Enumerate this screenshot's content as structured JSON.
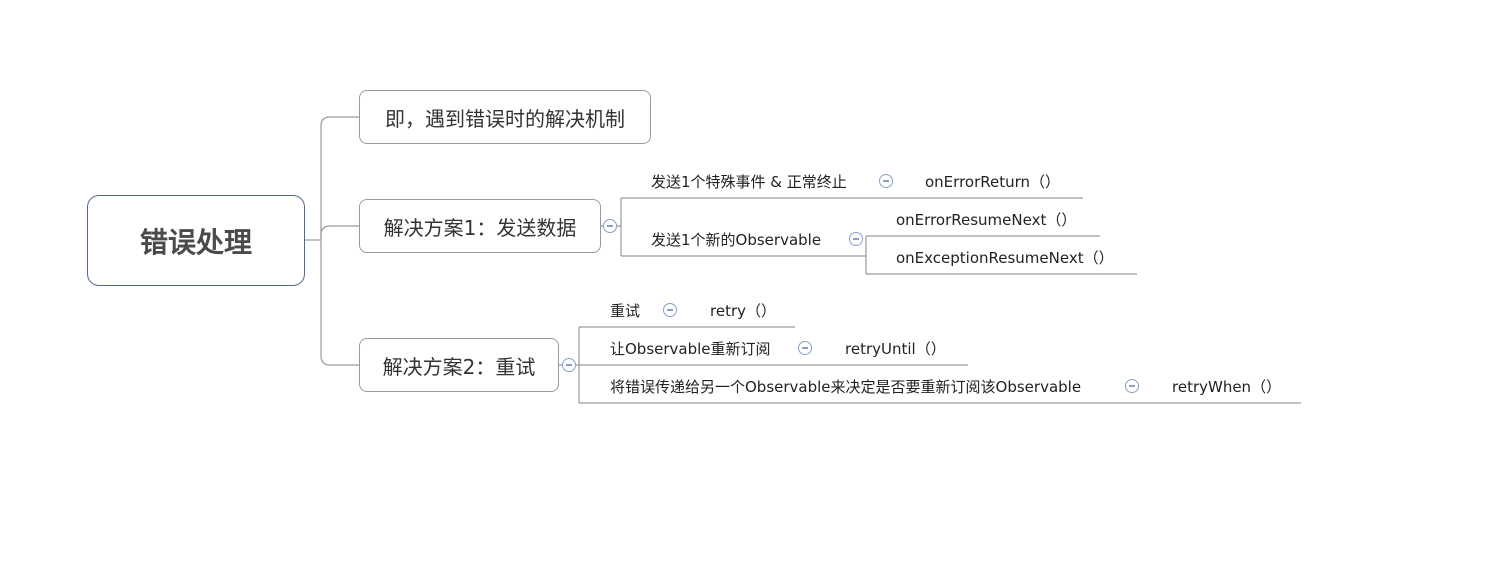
{
  "root": {
    "label": "错误处理"
  },
  "branches": [
    {
      "label": "即，遇到错误时的解决机制"
    },
    {
      "label": "解决方案1：发送数据",
      "children": [
        {
          "label": "发送1个特殊事件 & 正常终止",
          "methods": [
            "onErrorReturn（）"
          ]
        },
        {
          "label": "发送1个新的Observable",
          "methods": [
            "onErrorResumeNext（）",
            "onExceptionResumeNext（）"
          ]
        }
      ]
    },
    {
      "label": "解决方案2：重试",
      "children": [
        {
          "label": "重试",
          "methods": [
            "retry（）"
          ]
        },
        {
          "label": "让Observable重新订阅",
          "methods": [
            "retryUntil（）"
          ]
        },
        {
          "label": "将错误传递给另一个Observable来决定是否要重新订阅该Observable",
          "methods": [
            "retryWhen（）"
          ]
        }
      ]
    }
  ],
  "colors": {
    "root_border": "#4f6a8f",
    "branch_border": "#9a9a9a",
    "connector": "#9a9a9a",
    "collapse_toggle": "#8aa0c8"
  },
  "icons": {
    "collapse": "minus-circle-icon"
  }
}
